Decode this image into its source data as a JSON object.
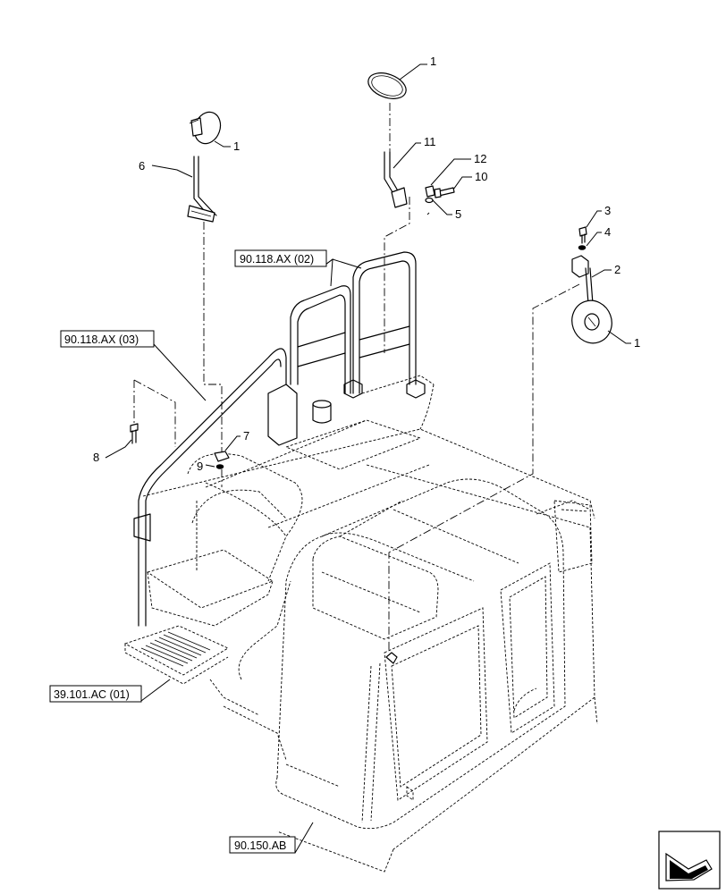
{
  "callouts": {
    "c1a": "1",
    "c1b": "1",
    "c1c": "1",
    "c2": "2",
    "c3": "3",
    "c4": "4",
    "c5": "5",
    "c6": "6",
    "c7": "7",
    "c8": "8",
    "c9": "9",
    "c10": "10",
    "c11": "11",
    "c12": "12"
  },
  "references": {
    "ax02": "90.118.AX (02)",
    "ax03": "90.118.AX (03)",
    "ac01": "39.101.AC (01)",
    "ab": "90.150.AB"
  },
  "nav_icon": "arrow-navigation-icon"
}
